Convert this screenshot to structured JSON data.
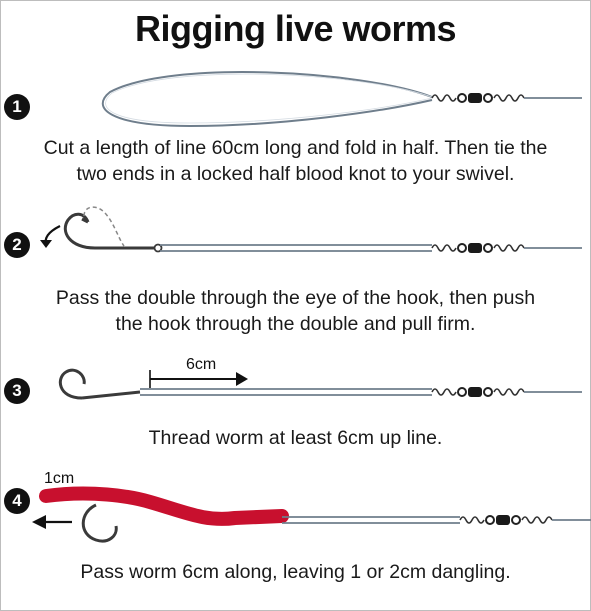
{
  "title": "Rigging live worms",
  "steps": [
    {
      "number": "1",
      "caption_line1": "Cut a length of line 60cm long and fold in half. Then tie the",
      "caption_line2": "two ends in a locked half blood knot to your swivel."
    },
    {
      "number": "2",
      "caption_line1": "Pass the double through the eye of the hook, then push",
      "caption_line2": "the hook through the double and pull firm."
    },
    {
      "number": "3",
      "caption_line1": "Thread worm at least 6cm up line.",
      "measure_label": "6cm"
    },
    {
      "number": "4",
      "caption_line1": "Pass worm 6cm along, leaving 1 or 2cm dangling.",
      "measure_label": "1cm"
    }
  ],
  "colors": {
    "worm": "#c8102e",
    "line": "#7a8a99",
    "ink": "#111111"
  }
}
